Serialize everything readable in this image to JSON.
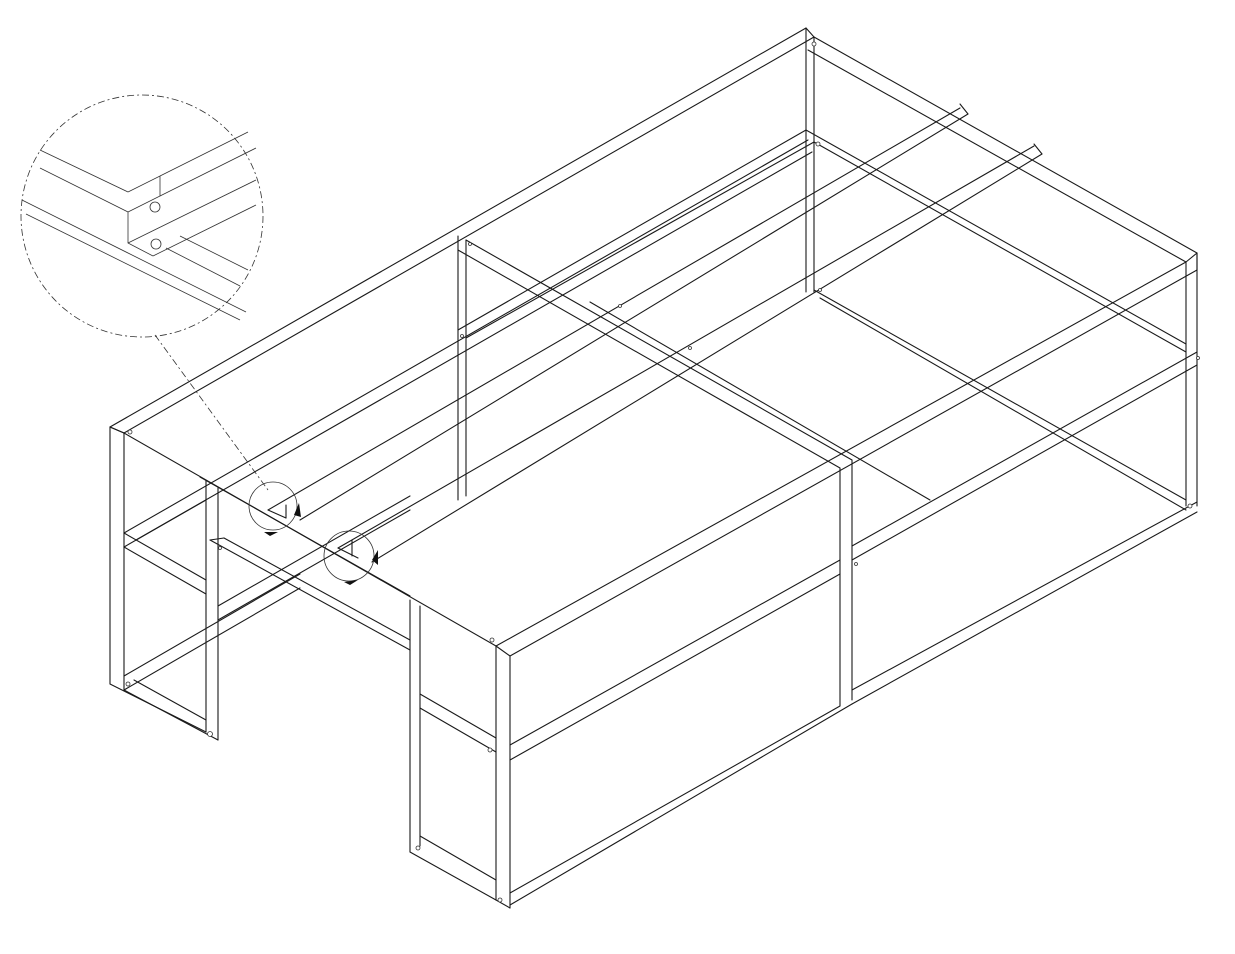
{
  "drawing": {
    "background": "#ffffff",
    "line_color": "#1a1a1a",
    "parts": [
      "frame",
      "top-rails",
      "cross-channels",
      "legs",
      "detail-callout"
    ]
  }
}
